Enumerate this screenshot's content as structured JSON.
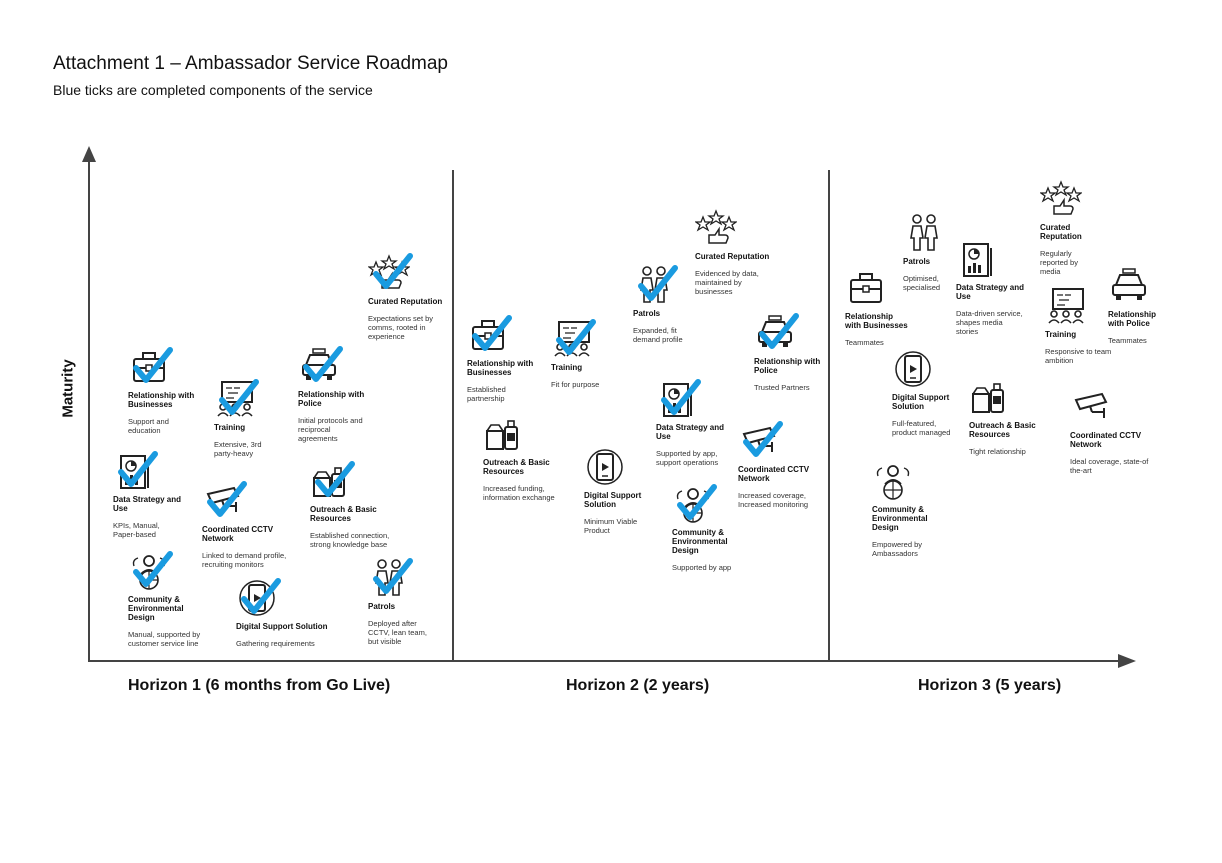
{
  "header": {
    "title": "Attachment 1 – Ambassador Service Roadmap",
    "subtitle": "Blue ticks are completed components of the service"
  },
  "axes": {
    "y_label": "Maturity"
  },
  "colors": {
    "tick": "#1a9be0",
    "line": "#444444",
    "icon": "#222222"
  },
  "horizons": [
    {
      "label": "Horizon 1 (6 months from Go Live)",
      "items": [
        {
          "name": "Relationship with\nBusinesses",
          "desc": "Support and\neducation",
          "icon": "briefcase-icon",
          "ticked": true
        },
        {
          "name": "Training",
          "desc": "Extensive, 3rd\nparty-heavy",
          "icon": "training-board-icon",
          "ticked": true
        },
        {
          "name": "Relationship with\nPolice",
          "desc": "Initial protocols and\nreciprocal\nagreements",
          "icon": "police-car-icon",
          "ticked": true
        },
        {
          "name": "Curated Reputation",
          "desc": "Expectations set by\ncomms, rooted in\nexperience",
          "icon": "rating-stars-icon",
          "ticked": true
        },
        {
          "name": "Data Strategy and\nUse",
          "desc": "KPIs, Manual,\nPaper-based",
          "icon": "data-report-icon",
          "ticked": true
        },
        {
          "name": "Coordinated CCTV\nNetwork",
          "desc": "Linked to demand profile,\nrecruiting monitors",
          "icon": "cctv-camera-icon",
          "ticked": true
        },
        {
          "name": "Outreach & Basic\nResources",
          "desc": "Established connection,\nstrong knowledge base",
          "icon": "supplies-icon",
          "ticked": true
        },
        {
          "name": "Community &\nEnvironmental\nDesign",
          "desc": "Manual, supported by\ncustomer service line",
          "icon": "community-globe-icon",
          "ticked": true
        },
        {
          "name": "Digital Support Solution",
          "desc": "Gathering requirements",
          "icon": "mobile-app-icon",
          "ticked": true
        },
        {
          "name": "Patrols",
          "desc": "Deployed after\nCCTV, lean team,\nbut visible",
          "icon": "patrol-people-icon",
          "ticked": true
        }
      ]
    },
    {
      "label": "Horizon 2 (2 years)",
      "items": [
        {
          "name": "Curated Reputation",
          "desc": "Evidenced by data,\nmaintained by\nbusinesses",
          "icon": "rating-stars-icon",
          "ticked": false
        },
        {
          "name": "Patrols",
          "desc": "Expanded, fit\ndemand profile",
          "icon": "patrol-people-icon",
          "ticked": true
        },
        {
          "name": "Relationship with\nBusinesses",
          "desc": "Established\npartnership",
          "icon": "briefcase-icon",
          "ticked": true
        },
        {
          "name": "Training",
          "desc": "Fit for purpose",
          "icon": "training-board-icon",
          "ticked": true
        },
        {
          "name": "Relationship with\nPolice",
          "desc": "Trusted Partners",
          "icon": "police-car-icon",
          "ticked": true
        },
        {
          "name": "Data Strategy and\nUse",
          "desc": "Supported by app,\nsupport operations",
          "icon": "data-report-icon",
          "ticked": true
        },
        {
          "name": "Outreach & Basic\nResources",
          "desc": "Increased funding,\ninformation exchange",
          "icon": "supplies-icon",
          "ticked": false
        },
        {
          "name": "Coordinated CCTV\nNetwork",
          "desc": "Increased coverage,\nIncreased monitoring",
          "icon": "cctv-camera-icon",
          "ticked": true
        },
        {
          "name": "Digital Support\nSolution",
          "desc": "Minimum Viable\nProduct",
          "icon": "mobile-app-icon",
          "ticked": false
        },
        {
          "name": "Community &\nEnvironmental\nDesign",
          "desc": "Supported by app",
          "icon": "community-globe-icon",
          "ticked": true
        }
      ]
    },
    {
      "label": "Horizon 3 (5 years)",
      "items": [
        {
          "name": "Curated\nReputation",
          "desc": "Regularly\nreported by\nmedia",
          "icon": "rating-stars-icon",
          "ticked": false
        },
        {
          "name": "Patrols",
          "desc": "Optimised,\nspecialised",
          "icon": "patrol-people-icon",
          "ticked": false
        },
        {
          "name": "Data Strategy and\nUse",
          "desc": "Data-driven service,\nshapes media\nstories",
          "icon": "data-report-icon",
          "ticked": false
        },
        {
          "name": "Relationship\nwith Businesses",
          "desc": "Teammates",
          "icon": "briefcase-icon",
          "ticked": false
        },
        {
          "name": "Training",
          "desc": "Responsive to team\nambition",
          "icon": "training-board-icon",
          "ticked": false
        },
        {
          "name": "Relationship\nwith Police",
          "desc": "Teammates",
          "icon": "police-car-icon",
          "ticked": false
        },
        {
          "name": "Digital Support\nSolution",
          "desc": "Full-featured,\nproduct managed",
          "icon": "mobile-app-icon",
          "ticked": false
        },
        {
          "name": "Outreach & Basic\nResources",
          "desc": "Tight relationship",
          "icon": "supplies-icon",
          "ticked": false
        },
        {
          "name": "Coordinated CCTV\nNetwork",
          "desc": "Ideal coverage, state-of\nthe-art",
          "icon": "cctv-camera-icon",
          "ticked": false
        },
        {
          "name": "Community &\nEnvironmental\nDesign",
          "desc": "Empowered by\nAmbassadors",
          "icon": "community-globe-icon",
          "ticked": false
        }
      ]
    }
  ]
}
